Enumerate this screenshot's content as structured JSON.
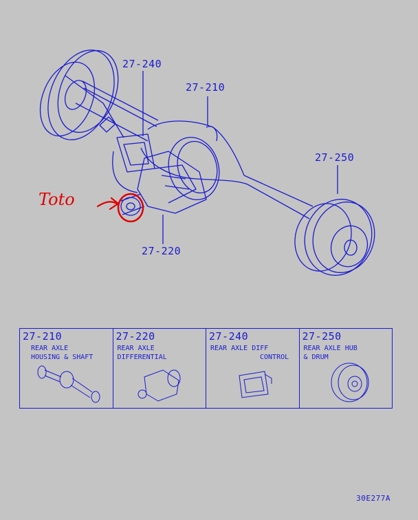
{
  "callouts": {
    "diff_control": "27-240",
    "housing": "27-210",
    "hub_drum": "27-250",
    "differential": "27-220"
  },
  "annotation": {
    "text": "Toto",
    "color": "#e00000"
  },
  "legend": {
    "cells": [
      {
        "code": "27-210",
        "line1": "REAR AXLE",
        "line2": "HOUSING & SHAFT"
      },
      {
        "code": "27-220",
        "line1": "REAR AXLE",
        "line2": "DIFFERENTIAL"
      },
      {
        "code": "27-240",
        "line1": "REAR AXLE DIFF",
        "line2": "CONTROL"
      },
      {
        "code": "27-250",
        "line1": "REAR AXLE HUB",
        "line2": "& DRUM"
      }
    ]
  },
  "footer": {
    "code": "30E277A"
  },
  "colors": {
    "line": "#1a1ad0",
    "background": "#c4c4c4",
    "annotation": "#e00000"
  }
}
